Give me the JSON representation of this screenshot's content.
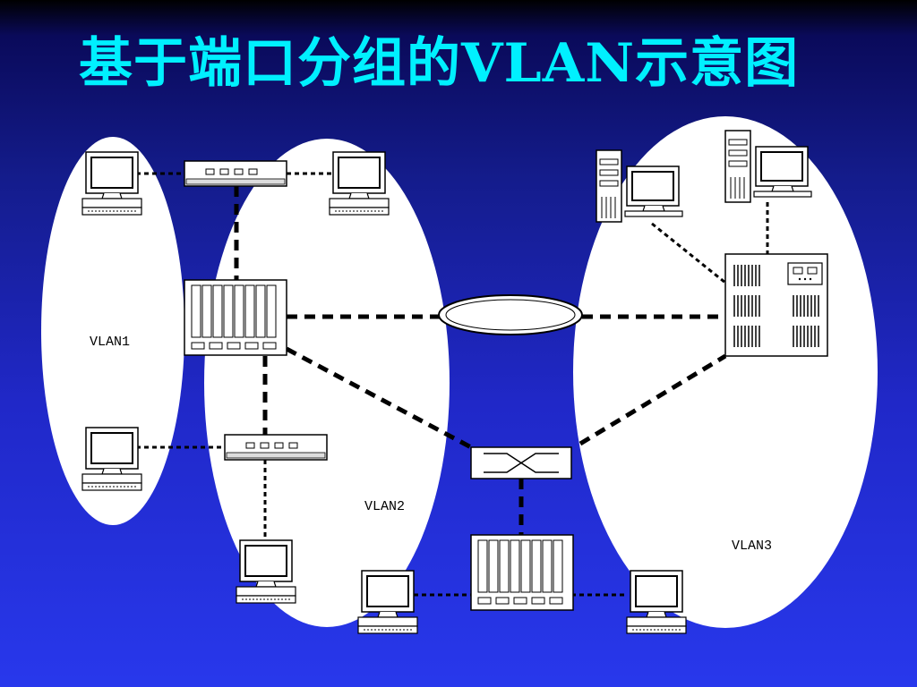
{
  "slide": {
    "title": "基于端口分组的VLAN示意图"
  },
  "vlans": [
    {
      "label": "VLAN1"
    },
    {
      "label": "VLAN2"
    },
    {
      "label": "VLAN3"
    }
  ],
  "colors": {
    "title": "#00f0ff",
    "vlan_area": "#ffffff",
    "links": "#000000"
  }
}
